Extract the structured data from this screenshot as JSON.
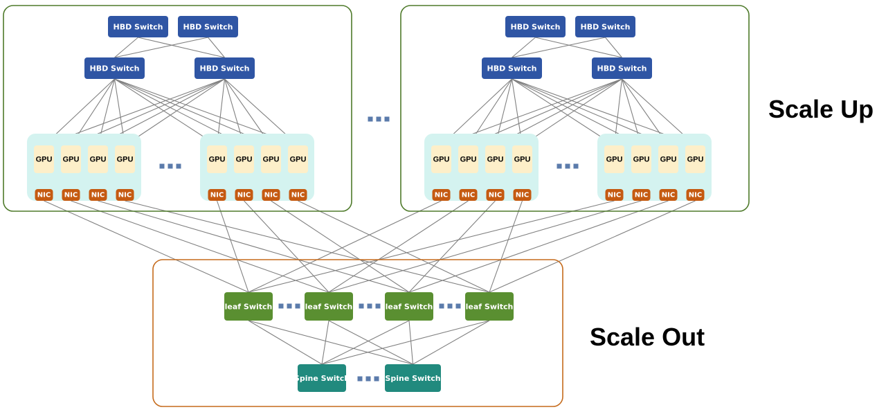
{
  "labels": {
    "scale_up": "Scale Up",
    "scale_out": "Scale Out"
  },
  "colors": {
    "hbd_switch": "#2f55a4",
    "gpu": "#fdefc9",
    "nic": "#c55a11",
    "gpu_group": "#d4f3f0",
    "scale_up_border": "#4e7a2a",
    "scale_out_border": "#c56a1b",
    "leaf_switch": "#5a8f31",
    "spine_switch": "#218a7e",
    "link": "#808080",
    "ellipsis": "#5b7bab"
  },
  "scale_up_pods": [
    {
      "hbd_top": [
        "HBD Switch",
        "HBD Switch"
      ],
      "hbd_mid": [
        "HBD Switch",
        "HBD Switch"
      ],
      "gpu_groups": [
        {
          "gpus": [
            "GPU",
            "GPU",
            "GPU",
            "GPU"
          ],
          "nics": [
            "NIC",
            "NIC",
            "NIC",
            "NIC"
          ]
        },
        {
          "gpus": [
            "GPU",
            "GPU",
            "GPU",
            "GPU"
          ],
          "nics": [
            "NIC",
            "NIC",
            "NIC",
            "NIC"
          ]
        }
      ]
    },
    {
      "hbd_top": [
        "HBD Switch",
        "HBD Switch"
      ],
      "hbd_mid": [
        "HBD Switch",
        "HBD Switch"
      ],
      "gpu_groups": [
        {
          "gpus": [
            "GPU",
            "GPU",
            "GPU",
            "GPU"
          ],
          "nics": [
            "NIC",
            "NIC",
            "NIC",
            "NIC"
          ]
        },
        {
          "gpus": [
            "GPU",
            "GPU",
            "GPU",
            "GPU"
          ],
          "nics": [
            "NIC",
            "NIC",
            "NIC",
            "NIC"
          ]
        }
      ]
    }
  ],
  "scale_out": {
    "leaf_switches": [
      "leaf Switch",
      "leaf Switch",
      "leaf Switch",
      "leaf Switch"
    ],
    "spine_switches": [
      "Spine Switch",
      "Spine Switch"
    ]
  },
  "topology": {
    "hbd_top_to_mid": "full-mesh",
    "hbd_mid_to_gpu": "full-mesh",
    "nic_to_leaf": "nic index i connects to leaf i",
    "leaf_to_spine": "full-mesh"
  }
}
